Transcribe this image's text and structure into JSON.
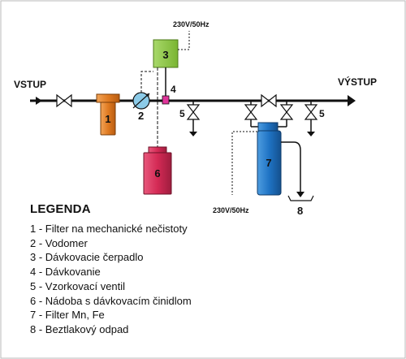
{
  "diagram": {
    "inlet_label": "VSTUP",
    "outlet_label": "VÝSTUP",
    "power_label_top": "230V/50Hz",
    "power_label_bottom": "230V/50Hz",
    "numbers": {
      "filter": "1",
      "meter": "2",
      "pump": "3",
      "dosing": "4",
      "sample_left": "5",
      "sample_right": "5",
      "tank": "6",
      "mn_filter": "7",
      "drain": "8"
    },
    "colors": {
      "filter": "#e07b22",
      "meter": "#8ccbe8",
      "pump": "#8cc63f",
      "dosing": "#e0359a",
      "tank": "#d42a55",
      "mn_filter": "#1f73c4"
    }
  },
  "legend": {
    "title": "LEGENDA",
    "items": [
      "1 - Filter na mechanické nečistoty",
      "2 - Vodomer",
      "3 - Dávkovacie čerpadlo",
      "4 - Dávkovanie",
      "5 - Vzorkovací  ventil",
      "6 - Nádoba s dávkovacím činidlom",
      "7 - Filter Mn, Fe",
      "8 - Beztlakový odpad"
    ]
  }
}
